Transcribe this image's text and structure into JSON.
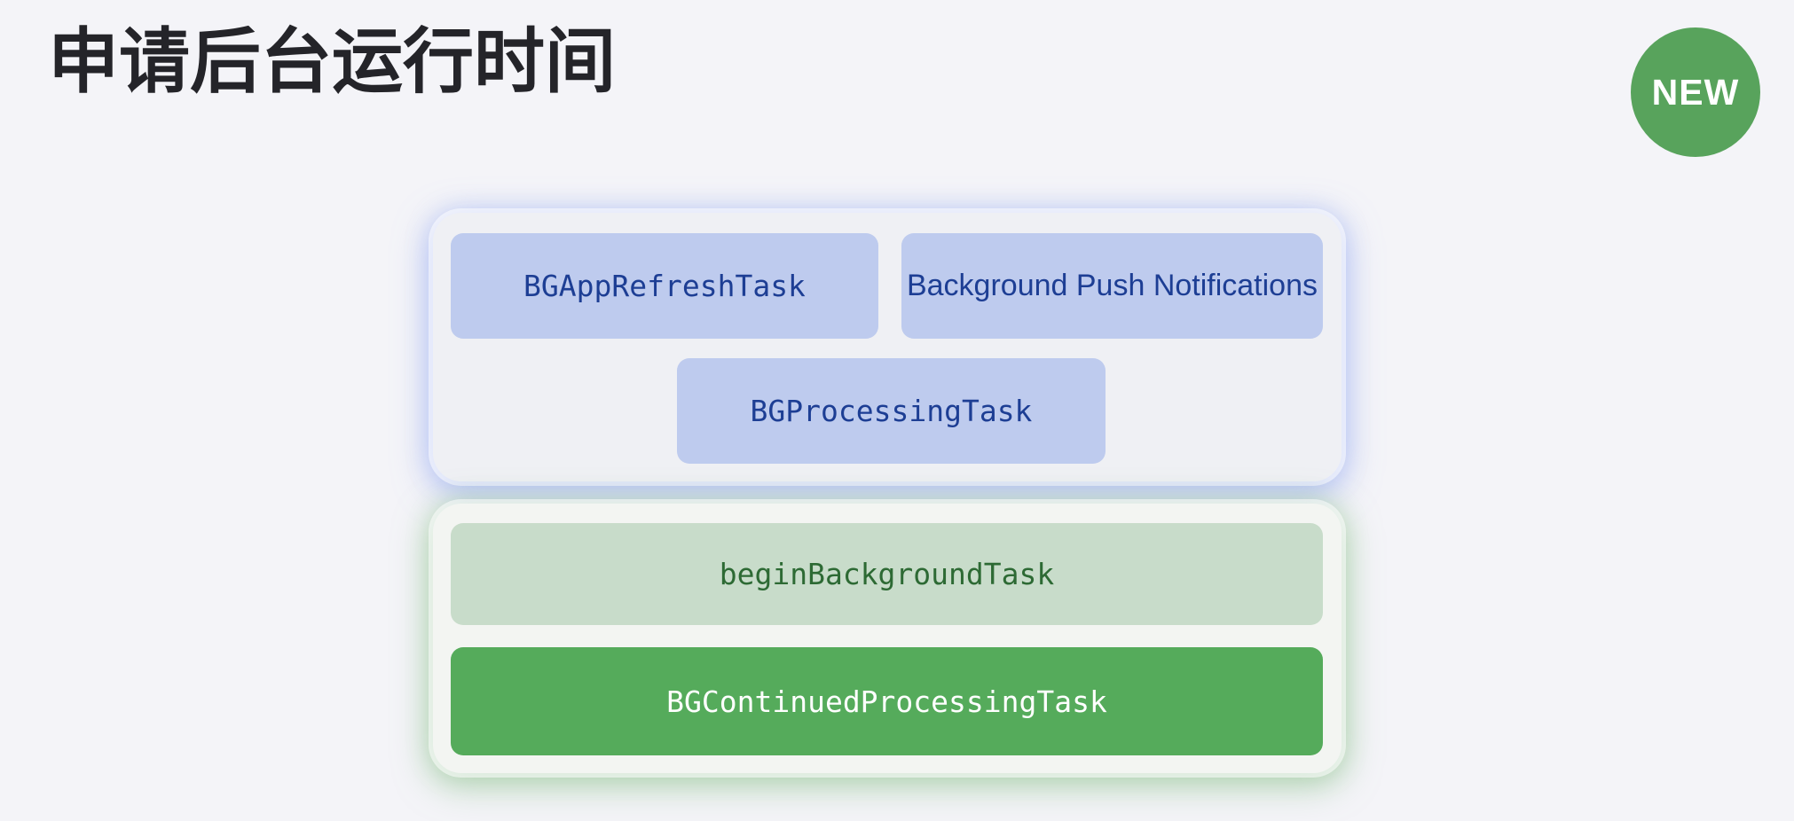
{
  "header": {
    "title": "申请后台运行时间",
    "badge_label": "NEW"
  },
  "colors": {
    "page_bg": "#F4F4F8",
    "title_text": "#242429",
    "badge_bg": "#58A35C",
    "badge_text": "#FFFFFF",
    "group_blue_bg": "#EFF0F4",
    "group_green_bg": "#F3F5F2",
    "blue_glow": "#90A6F28C",
    "green_glow": "#80BC8080",
    "blue_box_bg": "#BECBEE",
    "blue_box_text": "#1D3E94",
    "green_light_box_bg": "#C8DCCA",
    "green_light_box_text": "#2D6A34",
    "green_solid_box_bg": "#55AB5B",
    "green_solid_box_text": "#FFFFFF"
  },
  "groups": [
    {
      "theme": "blue",
      "items": [
        {
          "label": "BGAppRefreshTask",
          "font": "mono"
        },
        {
          "label": "Background Push Notifications",
          "font": "sans"
        },
        {
          "label": "BGProcessingTask",
          "font": "mono"
        }
      ]
    },
    {
      "theme": "green",
      "items": [
        {
          "label": "beginBackgroundTask",
          "font": "mono",
          "variant": "light"
        },
        {
          "label": "BGContinuedProcessingTask",
          "font": "mono",
          "variant": "solid"
        }
      ]
    }
  ]
}
